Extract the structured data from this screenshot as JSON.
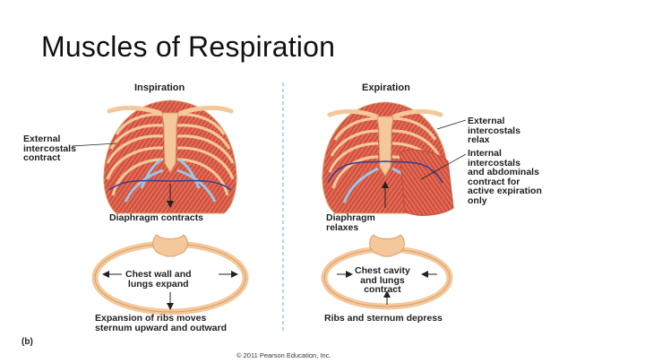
{
  "slide": {
    "title": "Muscles of Respiration"
  },
  "figure": {
    "panel_inspiration": {
      "header": "Inspiration",
      "muscle_label": "External\nintercostals\ncontract",
      "diaphragm_label": "Diaphragm contracts",
      "crosssection_label": "Chest wall and\nlungs expand",
      "caption": "Expansion of ribs moves\nsternum upward and outward"
    },
    "panel_expiration": {
      "header": "Expiration",
      "ext_label": "External\nintercostals\nrelax",
      "int_label": "Internal\nintercostals\nand abdominals\ncontract for\nactive expiration\nonly",
      "diaphragm_label": "Diaphragm\nrelaxes",
      "crosssection_label": "Chest cavity\nand lungs\ncontract",
      "caption": "Ribs and sternum depress"
    },
    "figure_tag": "(b)",
    "copyright": "© 2011 Pearson Education, Inc."
  },
  "colors": {
    "bone": "#f4c89a",
    "bone_edge": "#d9a06a",
    "muscle": "#e36b55",
    "muscle_stripe": "#c84a3a",
    "cartilage": "#9cc6e8",
    "diaphragm": "#3b3f8f",
    "divider": "#9cc6e8"
  }
}
